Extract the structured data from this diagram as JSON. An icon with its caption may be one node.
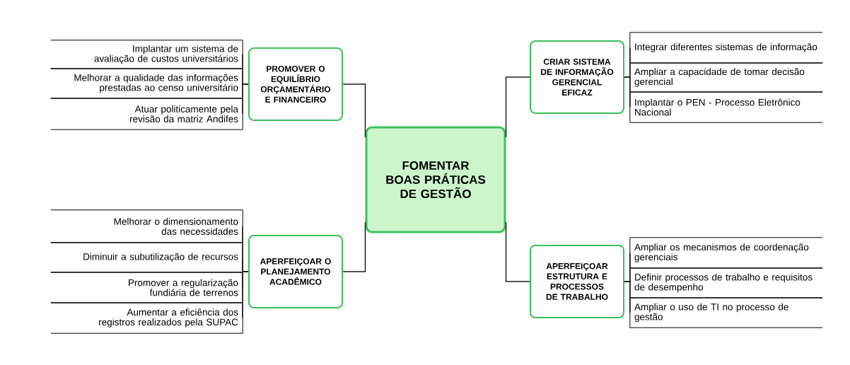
{
  "diagram": {
    "nodes": [
      {
        "text": [
          "FOMENTAR BOAS PRÁTICAS DE GESTÃO"
        ]
      },
      {
        "text": [
          "PROMOVER O EQUILÍBRIO ORÇAMENTÁRIO E FINANCEIRO"
        ]
      },
      {
        "text": [
          "Implantar um sistema de avaliação de custos universitários"
        ]
      },
      {
        "text": [
          "Melhorar a qualidade das informações prestadas ao censo universitário"
        ]
      },
      {
        "text": [
          "Atuar politicamente pela revisão da matriz Andifes"
        ]
      },
      {
        "text": [
          "CRIAR SISTEMA DE INFORMAÇÃO GERENCIAL EFICAZ"
        ]
      },
      {
        "text": [
          "Integrar diferentes sistemas de informação"
        ]
      },
      {
        "text": [
          "Ampliar a capacidade de tomar decisão gerencial"
        ]
      },
      {
        "text": [
          "Implantar o PEN - Processo Eletrônico Nacional"
        ]
      },
      {
        "text": [
          "APERFEIÇOAR O PLANEJAMENTO ACADÊMICO"
        ]
      },
      {
        "text": [
          "Melhorar o dimensionamento das necessidades"
        ]
      },
      {
        "text": [
          "Diminuir a subutilização de recursos"
        ]
      },
      {
        "text": [
          "Promover a regularização fundiária de terrenos"
        ]
      },
      {
        "text": [
          "Aumentar a eficiência dos registros realizados pela SUPAC"
        ]
      },
      {
        "text": [
          "APERFEIÇOAR ESTRUTURA E PROCESSOS DE TRABALHO"
        ]
      },
      {
        "text": [
          "Ampliar os mecanismos de coordenação gerenciais"
        ]
      },
      {
        "text": [
          "Definir processos de trabalho e requisitos de desempenho"
        ]
      },
      {
        "text": [
          "Ampliar o uso de TI no processo de gestão"
        ]
      }
    ],
    "edges": [
      {
        "from": 0,
        "to": 1,
        "arrow": "none"
      },
      {
        "from": 1,
        "to": 2,
        "arrow": "none"
      },
      {
        "from": 1,
        "to": 3,
        "arrow": "none"
      },
      {
        "from": 1,
        "to": 4,
        "arrow": "none"
      },
      {
        "from": 0,
        "to": 5,
        "arrow": "none"
      },
      {
        "from": 5,
        "to": 6,
        "arrow": "none"
      },
      {
        "from": 5,
        "to": 7,
        "arrow": "none"
      },
      {
        "from": 5,
        "to": 8,
        "arrow": "none"
      },
      {
        "from": 0,
        "to": 9,
        "arrow": "none"
      },
      {
        "from": 9,
        "to": 10,
        "arrow": "none"
      },
      {
        "from": 9,
        "to": 11,
        "arrow": "none"
      },
      {
        "from": 9,
        "to": 12,
        "arrow": "none"
      },
      {
        "from": 9,
        "to": 13,
        "arrow": "none"
      },
      {
        "from": 0,
        "to": 14,
        "arrow": "none"
      },
      {
        "from": 14,
        "to": 15,
        "arrow": "none"
      },
      {
        "from": 14,
        "to": 16,
        "arrow": "none"
      },
      {
        "from": 14,
        "to": 17,
        "arrow": "none"
      }
    ]
  }
}
